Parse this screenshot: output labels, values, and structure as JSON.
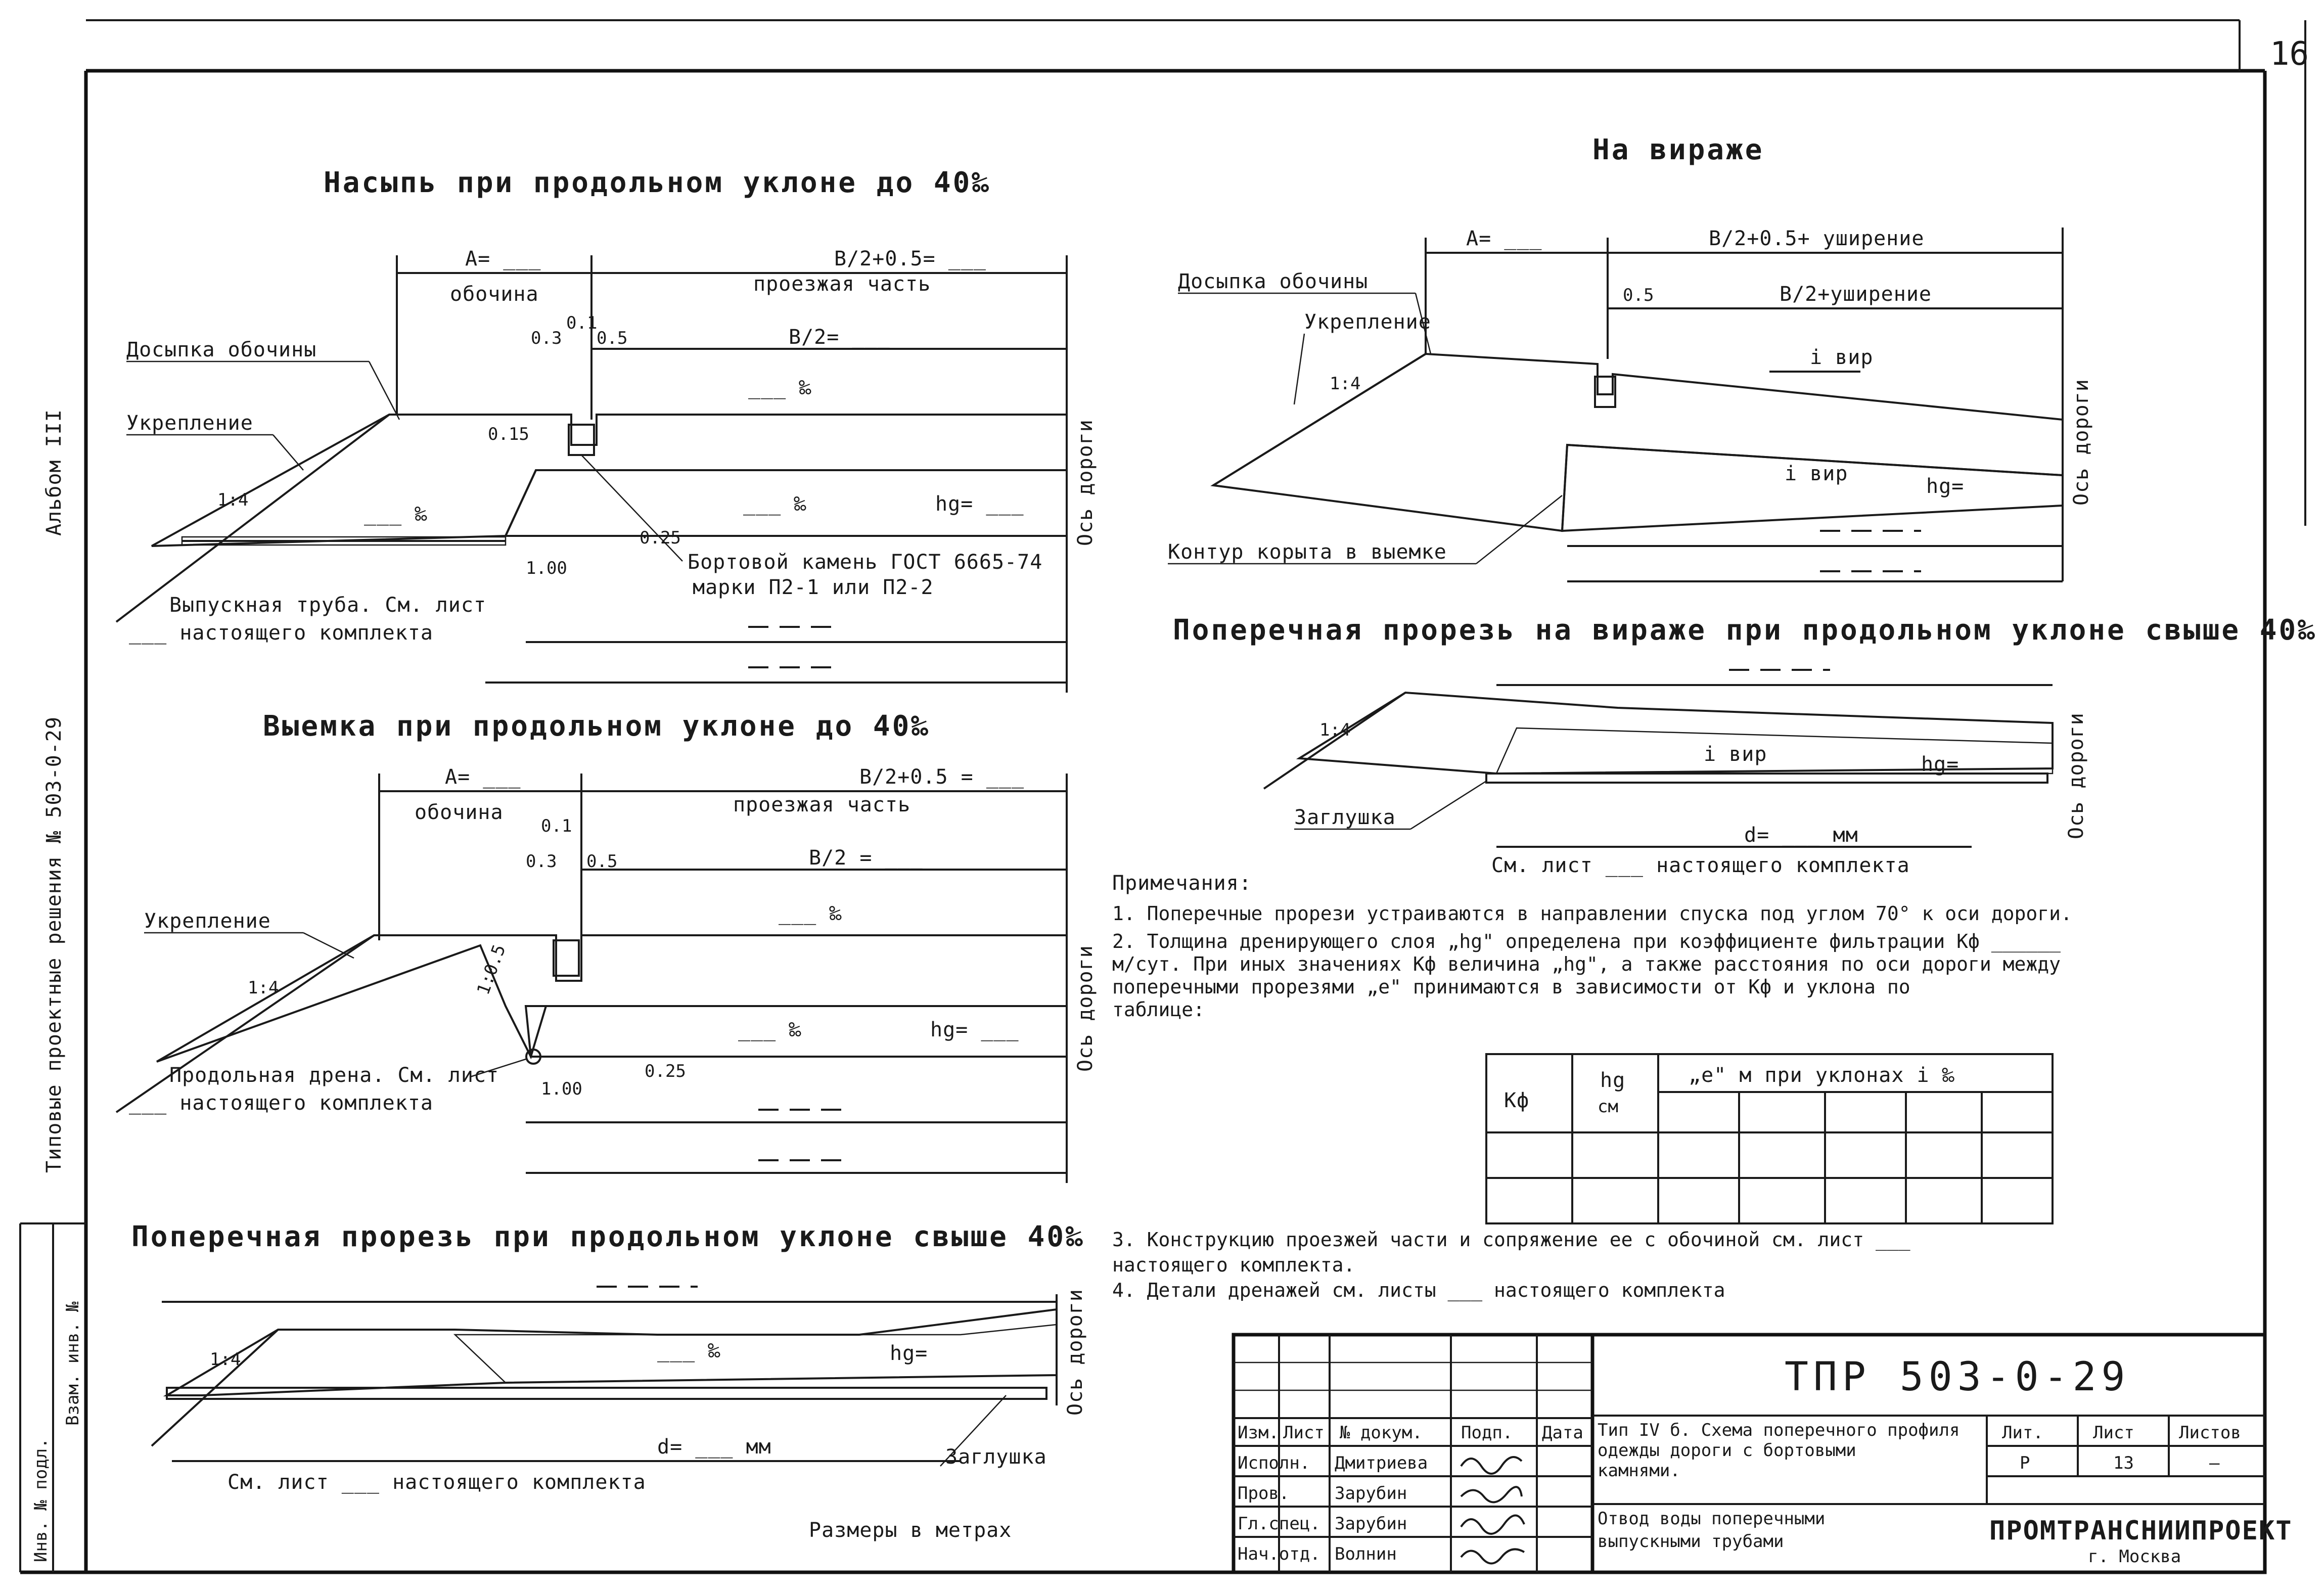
{
  "sheet": {
    "page_number": "16"
  },
  "margin": {
    "album": "Альбом III",
    "series": "Типовые проектные решения № 503-0-29",
    "inv_box": "Инв. № подл.",
    "inv_box_2": "Взам. инв. №"
  },
  "sections": {
    "embankment": {
      "title": "Насыпь при продольном уклоне до 40‰",
      "a_label": "A= ___",
      "half_width": "B/2+0.5= ___",
      "shoulder": "обочина",
      "carriageway": "проезжая часть",
      "b2": "B/2= ___",
      "d03": "0.3",
      "d01": "0.1",
      "d05": "0.5",
      "d015": "0.15",
      "d025": "0.25",
      "d100": "1.00",
      "slope": "1:4",
      "permille_top": "___ ‰",
      "permille_mid": "___ ‰",
      "permille_left": "___ ‰",
      "hg": "hg= ___",
      "axis": "Ось дороги",
      "fill_shoulder": "Досыпка обочины",
      "reinforcement": "Укрепление",
      "curb": "Бортовой камень ГОСТ 6665-74",
      "curb_grade": "марки П2-1 или П2-2",
      "outlet_pipe": "Выпускная труба. См. лист",
      "outlet_pipe_2": "___ настоящего комплекта"
    },
    "cut": {
      "title": "Выемка при продольном уклоне до 40‰",
      "a_label": "A= ___",
      "half_width": "B/2+0.5 = ___",
      "shoulder": "обочина",
      "carriageway": "проезжая часть",
      "b2": "B/2 = ___",
      "d03": "0.3",
      "d01": "0.1",
      "d05": "0.5",
      "d005": "1:0.5",
      "d025": "0.25",
      "d100": "1.00",
      "slope": "1:4",
      "permille_top": "___ ‰",
      "permille_mid": "___ ‰",
      "hg": "hg= ___",
      "axis": "Ось дороги",
      "reinforcement": "Укрепление",
      "drain": "Продольная дрена. См. лист",
      "drain_2": "___ настоящего комплекта"
    },
    "transverse": {
      "title": "Поперечная прорезь при продольном уклоне свыше 40‰",
      "permille": "___ ‰",
      "slope": "1:4",
      "hg": "hg=",
      "d": "d= ___ мм",
      "axis": "Ось дороги",
      "see_sheet": "См. лист ___ настоящего комплекта",
      "plug": "Заглушка",
      "units": "Размеры в метрах"
    },
    "superelevation": {
      "title": "На вираже",
      "a_label": "A= ___",
      "half_width": "B/2+0.5+ уширение",
      "d05": "0.5",
      "b2": "B/2+уширение",
      "i_vir_top": "i вир",
      "i_vir_bottom": "i вир",
      "fill_shoulder": "Досыпка обочины",
      "reinforcement": "Укрепление",
      "slope": "1:4",
      "hg": "hg=",
      "axis": "Ось дороги",
      "trough": "Контур корыта в выемке"
    },
    "transverse_vir": {
      "title": "Поперечная прорезь на вираже при продольном уклоне свыше 40‰",
      "i_vir": "i вир",
      "hg": "hg=",
      "slope": "1:4",
      "axis": "Ось дороги",
      "plug": "Заглушка",
      "d": "d= ___ мм",
      "see_sheet": "См. лист ___ настоящего комплекта"
    }
  },
  "notes": {
    "heading": "Примечания:",
    "n1": "1. Поперечные прорези устраиваются в направлении спуска под углом 70° к оси дороги.",
    "n2a": "2. Толщина дренирующего слоя „hg\" определена при коэффициенте фильтрации Кф ______",
    "n2b": "   м/сут. При иных значениях Кф величина „hg\", а также расстояния по оси дороги между",
    "n2c": "   поперечными прорезями „е\" принимаются в зависимости от Кф и уклона по",
    "n2d": "   таблице:",
    "n3a": "3. Конструкцию проезжей части и сопряжение ее с обочиной см. лист ___",
    "n3b": "   настоящего комплекта.",
    "n4": "4. Детали дренажей см. листы ___ настоящего комплекта"
  },
  "table": {
    "kf": "Кф",
    "hg": "hg",
    "hg_unit": "см",
    "e_header": "„е\" м при уклонах i ‰"
  },
  "title_block": {
    "project": "ТПР 503-0-29",
    "col_izm": "Изм.",
    "col_list": "Лист",
    "col_doc": "№ докум.",
    "col_sign": "Подп.",
    "col_date": "Дата",
    "r1_role": "Исполн.",
    "r1_name": "Дмитриева",
    "r2_role": "Пров.",
    "r2_name": "Зарубин",
    "r3_role": "Гл.спец.",
    "r3_name": "Зарубин",
    "r4_role": "Нач.отд.",
    "r4_name": "Волнин",
    "desc_1": "Тип IV б. Схема поперечного профиля",
    "desc_2": "одежды дороги с бортовыми",
    "desc_3": "камнями.",
    "desc_4": "Отвод воды поперечными",
    "desc_5": "выпускными трубами",
    "lit": "Лит.",
    "sheet": "Лист",
    "sheets": "Листов",
    "lit_val": "Р",
    "sheet_val": "13",
    "sheets_val": "—",
    "org": "ПРОМТРАНСНИИПРОЕКТ",
    "city": "г. Москва"
  }
}
